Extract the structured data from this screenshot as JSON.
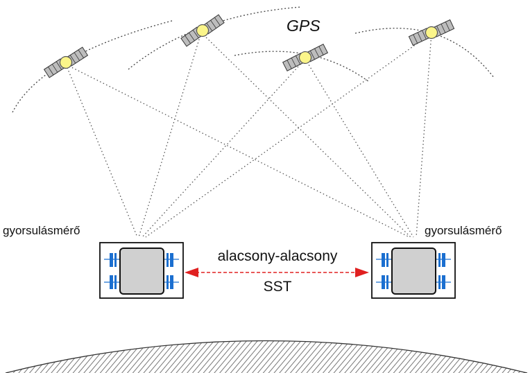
{
  "labels": {
    "system": "GPS",
    "left_device": "gyorsulásmérő",
    "right_device": "gyorsulásmérő",
    "link_top": "alacsony-alacsony",
    "link_bottom": "SST"
  },
  "colors": {
    "satellite_body": "#fbf58a",
    "solar_panel": "#bdbdbd",
    "device_core": "#d0d0d0",
    "actuator": "#1b6fd0",
    "link_arrow": "#e02020",
    "earth_hatch": "#555555"
  },
  "icons": {
    "satellite": "satellite-icon",
    "device": "accelerometer-satellite-icon"
  }
}
